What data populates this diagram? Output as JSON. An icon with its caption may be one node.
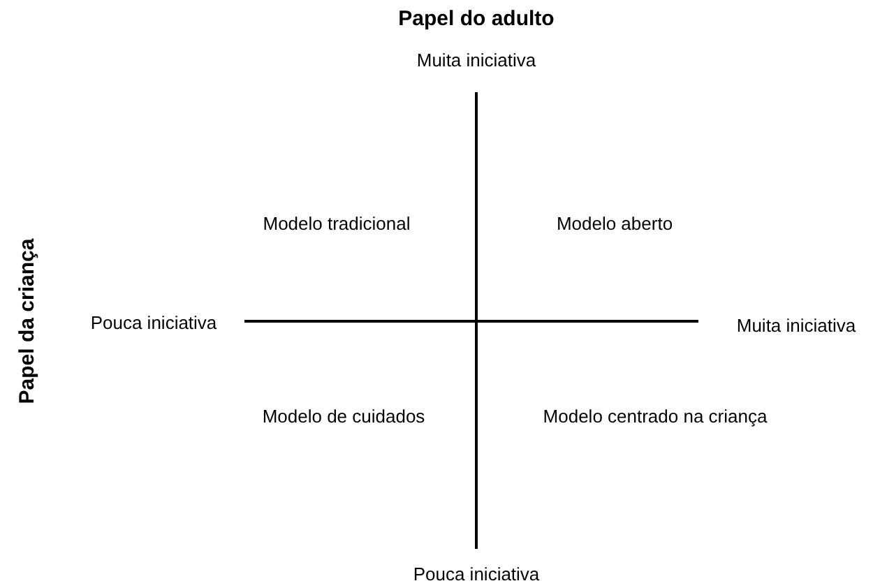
{
  "diagram": {
    "labels": [
      "Papel do adulto",
      "Muita iniciativa",
      "Papel da criança",
      "Modelo tradicional",
      "Modelo aberto",
      "Pouca iniciativa",
      "Muita iniciativa",
      "Modelo de cuidados",
      "Modelo centrado na criança",
      "Pouca iniciativa"
    ]
  }
}
